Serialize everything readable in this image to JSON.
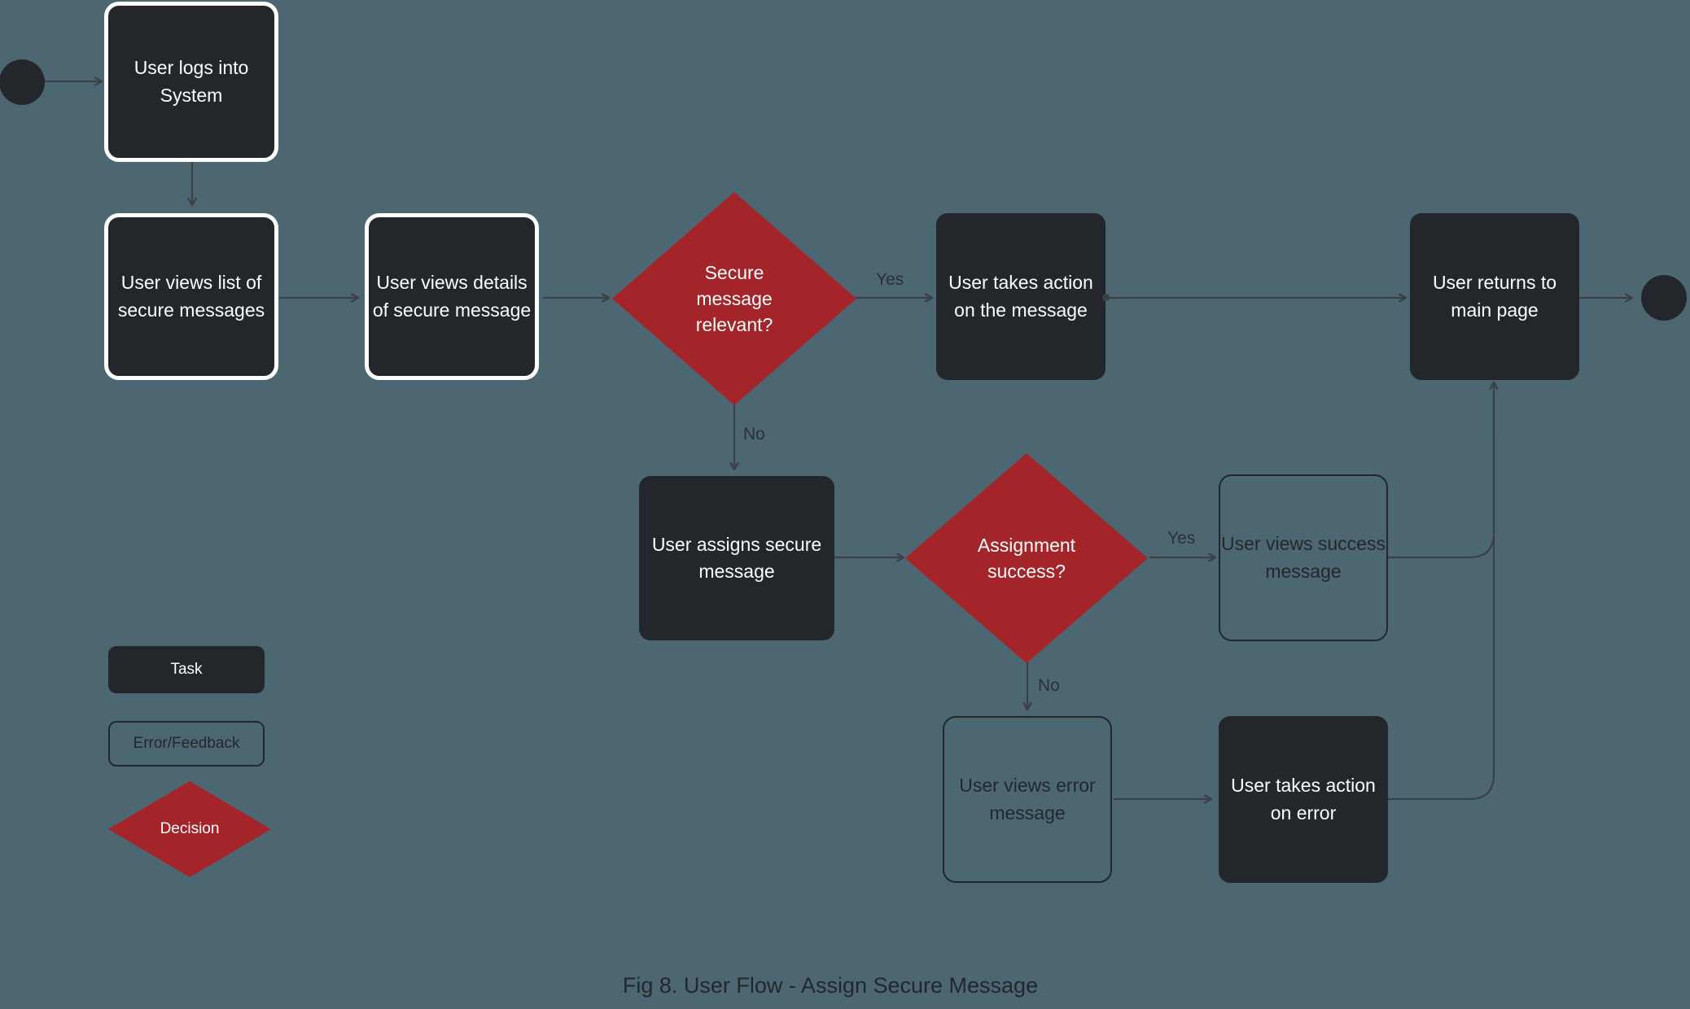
{
  "diagram": {
    "title": "Fig 8. User Flow - Assign Secure Message",
    "background_color": "#4d6772",
    "task_color": "#23272c",
    "decision_color": "#a32529",
    "edge_color": "#3a4046",
    "selected_border_color": "#ffffff"
  },
  "nodes": {
    "start": "",
    "login": "User logs into System",
    "view_list": "User views list of secure messages",
    "view_details": "User views details of secure message",
    "decision_relevant": "Secure message relevant?",
    "take_action": "User takes action on the message",
    "assign": "User assigns secure message",
    "decision_success": "Assignment success?",
    "view_success": "User views success message",
    "view_error": "User views error message",
    "action_error": "User takes action on error",
    "return_main": "User returns to main page",
    "end": ""
  },
  "edge_labels": {
    "relevant_yes": "Yes",
    "relevant_no": "No",
    "success_yes": "Yes",
    "success_no": "No"
  },
  "legend": {
    "task": "Task",
    "feedback": "Error/Feedback",
    "decision": "Decision"
  }
}
